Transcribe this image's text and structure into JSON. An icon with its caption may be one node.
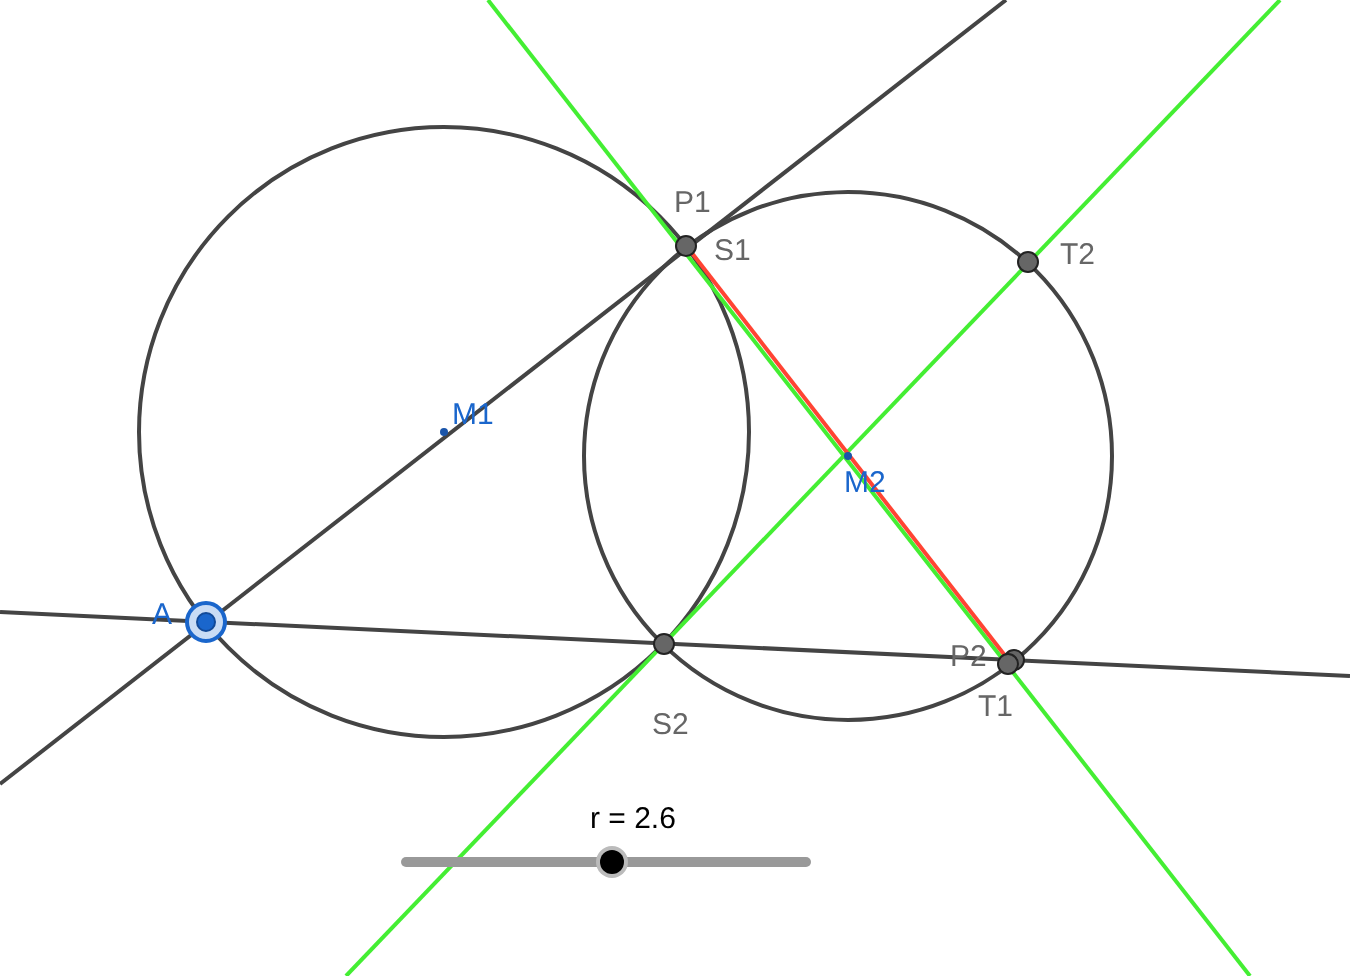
{
  "diagram": {
    "labels": [
      "P1",
      "S1",
      "T2",
      "M1",
      "M2",
      "A",
      "P2",
      "S2",
      "T1",
      "r = 2.6"
    ]
  }
}
